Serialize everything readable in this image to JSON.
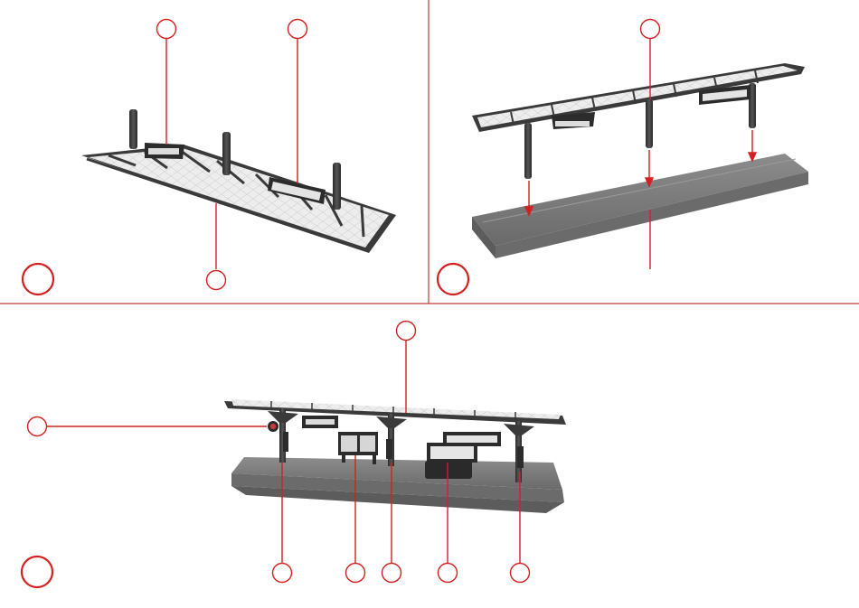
{
  "colors": {
    "callout": "#d42020",
    "divider": "#c23a3a",
    "frame": "#3a3a3a",
    "platform": "#7d7d7d",
    "platform_edge": "#5c5c5c",
    "roof_panel": "#e9e9e9"
  },
  "steps": [
    {
      "id": "step-1",
      "number": ""
    },
    {
      "id": "step-2",
      "number": ""
    },
    {
      "id": "step-3",
      "number": ""
    }
  ],
  "signs": {
    "station_name": "",
    "timetable": ""
  }
}
